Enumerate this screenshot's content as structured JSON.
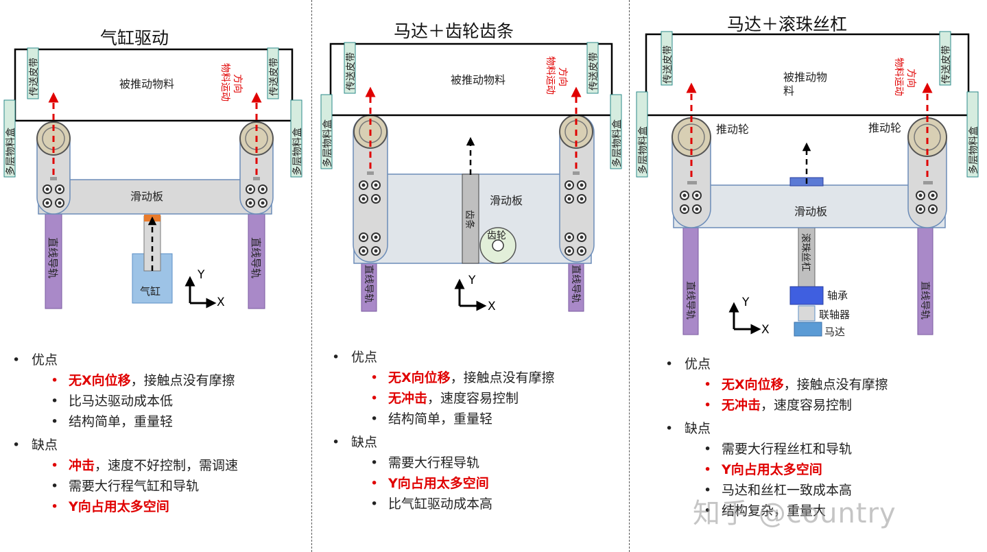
{
  "panels": [
    {
      "title": "气缸驱动",
      "material_label": "被推动物料",
      "direction_label": [
        "物料运动",
        "方向"
      ],
      "belt_label": "传送皮带",
      "box_label": "多层物料盒",
      "slide_label": "滑动板",
      "rail_label": "直线导轨",
      "drive_label": "气缸",
      "axis_x": "X",
      "axis_y": "Y",
      "pros_title": "优点",
      "pros": [
        {
          "bold": "无X向位移",
          "rest": "，接触点没有摩擦"
        },
        {
          "bold": "",
          "rest": "比马达驱动成本低"
        },
        {
          "bold": "",
          "rest": "结构简单，重量轻"
        }
      ],
      "cons_title": "缺点",
      "cons": [
        {
          "bold": "冲击",
          "rest": "，速度不好控制，需调速"
        },
        {
          "bold": "",
          "rest": "需要大行程气缸和导轨"
        },
        {
          "bold": "Y向占用太多空间",
          "rest": ""
        }
      ]
    },
    {
      "title": "马达＋齿轮齿条",
      "material_label": "被推动物料",
      "direction_label": [
        "物料运动",
        "方向"
      ],
      "belt_label": "传送皮带",
      "box_label": "多层物料盒",
      "slide_label": "滑动板",
      "rail_label": "直线导轨",
      "rack_label": "齿条",
      "gear_label": "齿轮",
      "axis_x": "X",
      "axis_y": "Y",
      "pros_title": "优点",
      "pros": [
        {
          "bold": "无X向位移",
          "rest": "，接触点没有摩擦"
        },
        {
          "bold": "无冲击",
          "rest": "，速度容易控制"
        },
        {
          "bold": "",
          "rest": "结构简单，重量轻"
        }
      ],
      "cons_title": "缺点",
      "cons": [
        {
          "bold": "",
          "rest": "需要大行程导轨"
        },
        {
          "bold": "Y向占用太多空间",
          "rest": ""
        },
        {
          "bold": "",
          "rest": "比气缸驱动成本高"
        }
      ]
    },
    {
      "title": "马达＋滚珠丝杠",
      "material_label": [
        "被推动物",
        "料"
      ],
      "direction_label": [
        "物料运动",
        "方向"
      ],
      "belt_label": "传送皮带",
      "box_label": "多层物料盒",
      "slide_label": "滑动板",
      "rail_label": "直线导轨",
      "wheel_label": "推动轮",
      "screw_label": "滚珠丝杠",
      "bearing_label": "轴承",
      "coupling_label": "联轴器",
      "motor_label": "马达",
      "axis_x": "X",
      "axis_y": "Y",
      "pros_title": "优点",
      "pros": [
        {
          "bold": "无X向位移",
          "rest": "，接触点没有摩擦"
        },
        {
          "bold": "无冲击",
          "rest": "，速度容易控制"
        }
      ],
      "cons_title": "缺点",
      "cons": [
        {
          "bold": "",
          "rest": "需要大行程丝杠和导轨"
        },
        {
          "bold": "Y向占用太多空间",
          "rest": ""
        },
        {
          "bold": "",
          "rest": "马达和丝杠一致成本高"
        },
        {
          "bold": "",
          "rest": "结构复杂，重量大"
        }
      ]
    }
  ],
  "watermark": "知乎 @country",
  "colors": {
    "red": "#e00000",
    "belt_fill": "#d5ecdf",
    "belt_stroke": "#2a8a8a",
    "slide_fill": "#d9d9d9",
    "slide_stroke": "#6b8cb8",
    "rail_fill": "#a989c8",
    "wheel_fill": "#d8cfb4",
    "cylinder_fill": "#9dc3e6",
    "bearing_fill": "#3f5fe0",
    "motor_fill": "#5b9bd5"
  }
}
